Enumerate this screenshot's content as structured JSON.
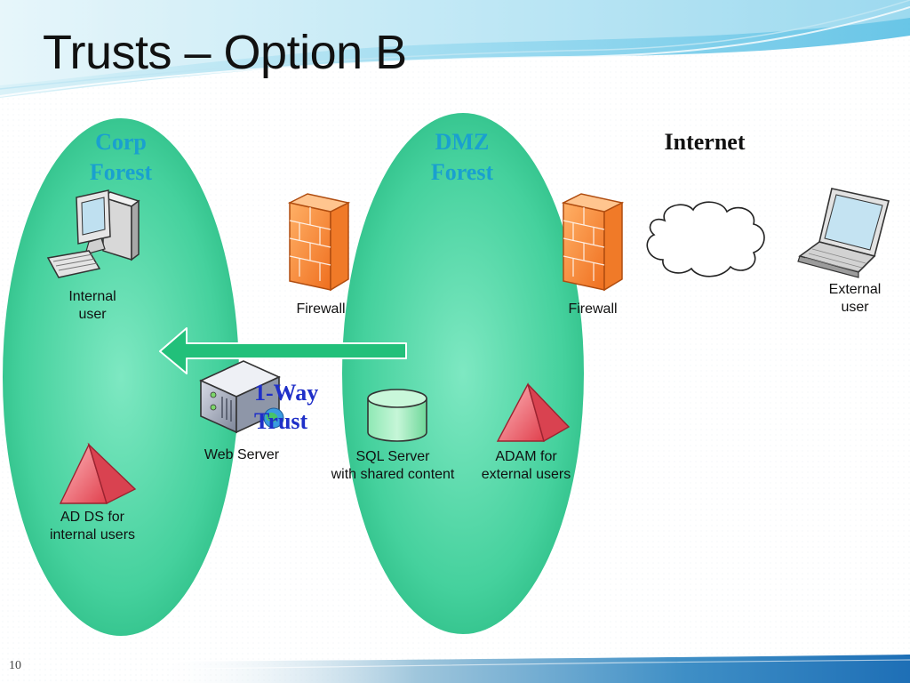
{
  "slide": {
    "title": "Trusts – Option B",
    "number": "10"
  },
  "zones": {
    "corp": {
      "line1": "Corp",
      "line2": "Forest"
    },
    "dmz": {
      "line1": "DMZ",
      "line2": "Forest"
    },
    "internet": "Internet"
  },
  "labels": {
    "internal_user": [
      "Internal",
      "user"
    ],
    "firewall_left": "Firewall",
    "firewall_right": "Firewall",
    "external_user": [
      "External",
      "user"
    ],
    "web_server": "Web Server",
    "sql_server": [
      "SQL Server",
      "with shared content"
    ],
    "adam": [
      "ADAM for",
      "external users"
    ],
    "adds": [
      "AD DS for",
      "internal users"
    ]
  },
  "trust": {
    "line1": "1-Way",
    "line2": "Trust"
  },
  "colors": {
    "forest_text": "#1AA0CF",
    "trust_text": "#1F2FC8",
    "ellipse_fill": "#3ED09A",
    "arrow": "#22C07A",
    "firewall": "#F58A2E",
    "triangle": "#E8555F",
    "footer_band": "#1E7FBF"
  },
  "icons": {
    "desktop": "desktop-computer-icon",
    "laptop": "laptop-icon",
    "firewall": "firewall-icon",
    "cloud": "cloud-icon",
    "server": "server-icon",
    "database": "database-icon",
    "directory": "directory-pyramid-icon"
  }
}
